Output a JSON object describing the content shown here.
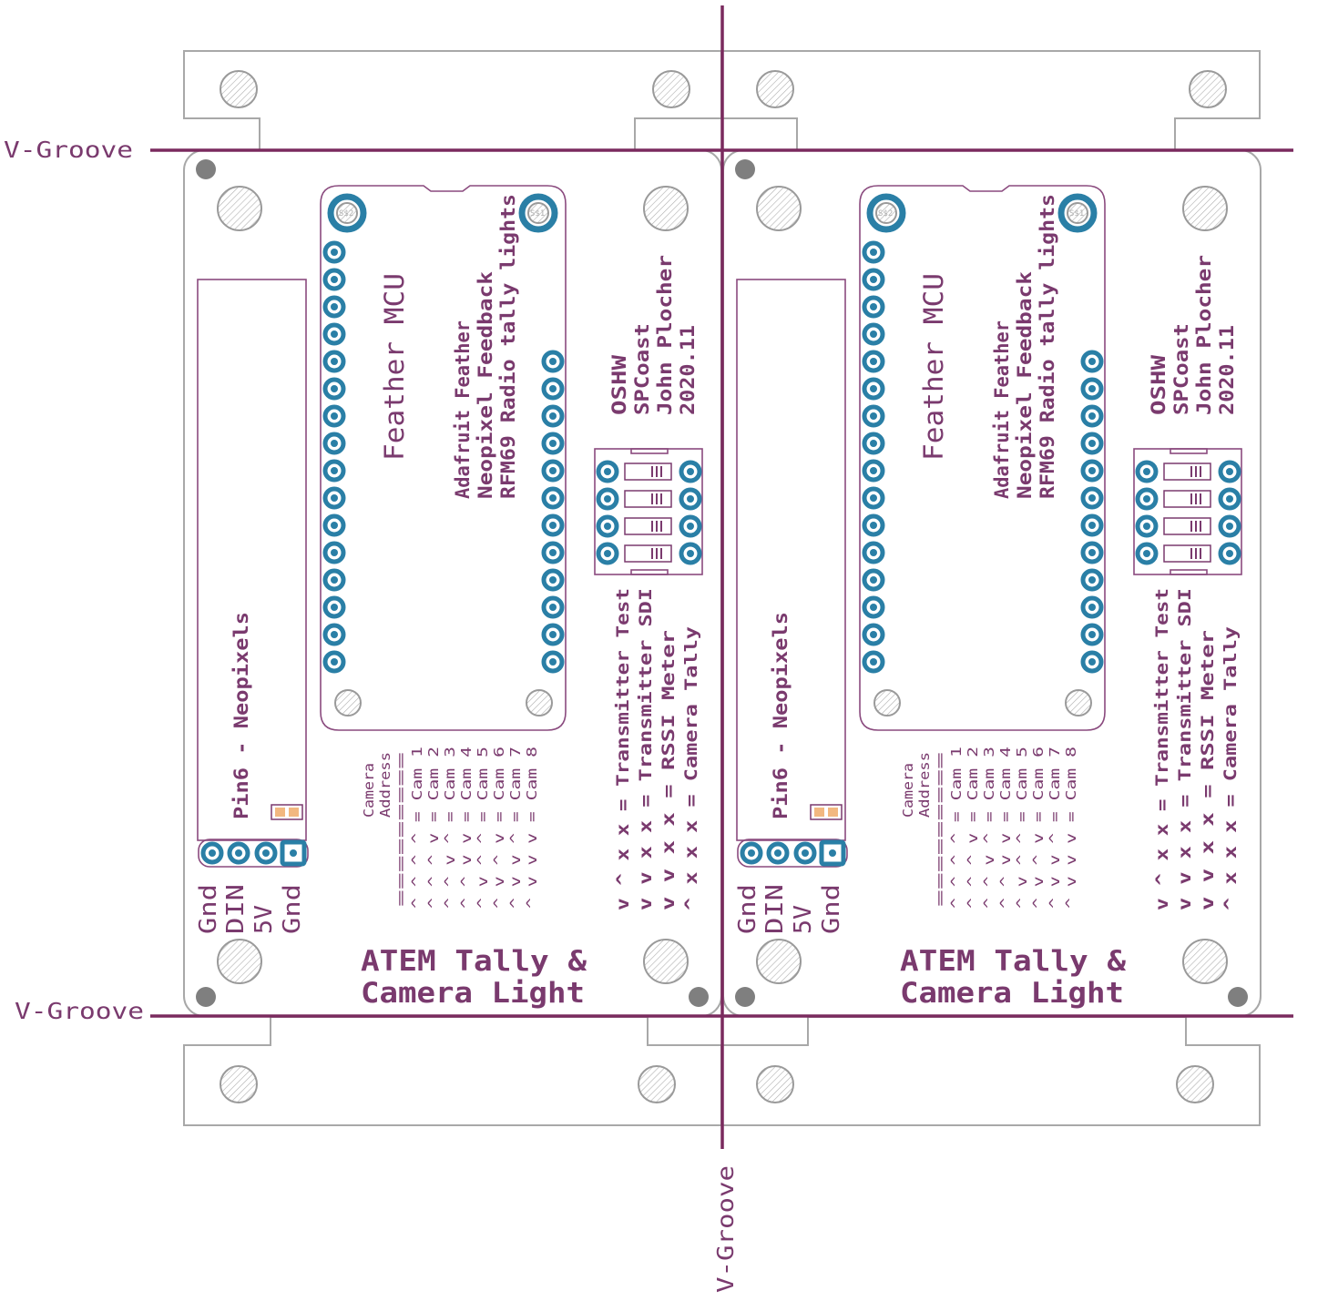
{
  "vgroove_label": "V-Groove",
  "boards": [
    {
      "feather_label": "Feather MCU",
      "mount_labels": [
        "S$2",
        "S$1"
      ],
      "desc": [
        "Adafruit Feather",
        "Neopixel Feedback",
        "RFM69 Radio tally lights"
      ],
      "credits": [
        "OSHW",
        "SPCoast",
        "John Plocher",
        "2020.11"
      ],
      "neopixel_label": "Pin6 - Neopixels",
      "pin_labels": [
        "Gnd",
        "DIN",
        "5V",
        "Gnd"
      ],
      "title_lines": [
        "ATEM Tally &",
        "Camera Light"
      ],
      "address_table": {
        "header": [
          "Camera",
          "Address",
          "========="
        ],
        "rows": [
          "^ ^ ^ ^  = Cam 1",
          "^ ^ ^ v  = Cam 2",
          "^ ^ v ^  = Cam 3",
          "^ ^ v v  = Cam 4",
          "^ v ^ ^  = Cam 5",
          "^ v ^ v  = Cam 6",
          "^ v v ^  = Cam 7",
          "^ v v v  = Cam 8"
        ]
      },
      "mode_table": [
        "v ^ x x = Transmitter Test",
        "v v x x = Transmitter SDI",
        "v v x x = RSSI Meter",
        "^ x x x = Camera Tally"
      ]
    },
    {
      "feather_label": "Feather MCU",
      "mount_labels": [
        "S$2",
        "S$1"
      ],
      "desc": [
        "Adafruit Feather",
        "Neopixel Feedback",
        "RFM69 Radio tally lights"
      ],
      "credits": [
        "OSHW",
        "SPCoast",
        "John Plocher",
        "2020.11"
      ],
      "neopixel_label": "Pin6 - Neopixels",
      "pin_labels": [
        "Gnd",
        "DIN",
        "5V",
        "Gnd"
      ],
      "title_lines": [
        "ATEM Tally &",
        "Camera Light"
      ],
      "address_table": {
        "header": [
          "Camera",
          "Address",
          "========="
        ],
        "rows": [
          "^ ^ ^ ^  = Cam 1",
          "^ ^ ^ v  = Cam 2",
          "^ ^ v ^  = Cam 3",
          "^ ^ v v  = Cam 4",
          "^ v ^ ^  = Cam 5",
          "^ v ^ v  = Cam 6",
          "^ v v ^  = Cam 7",
          "^ v v v  = Cam 8"
        ]
      },
      "mode_table": [
        "v ^ x x = Transmitter Test",
        "v v x x = Transmitter SDI",
        "v v x x = RSSI Meter",
        "^ x x x = Camera Tally"
      ]
    }
  ],
  "colors": {
    "silkscreen": "#7a3a6e",
    "vgroove": "#7a2a5e",
    "pad": "#2a7fa6",
    "outline": "#a8a8a8",
    "smd_pad": "#f2b880"
  }
}
